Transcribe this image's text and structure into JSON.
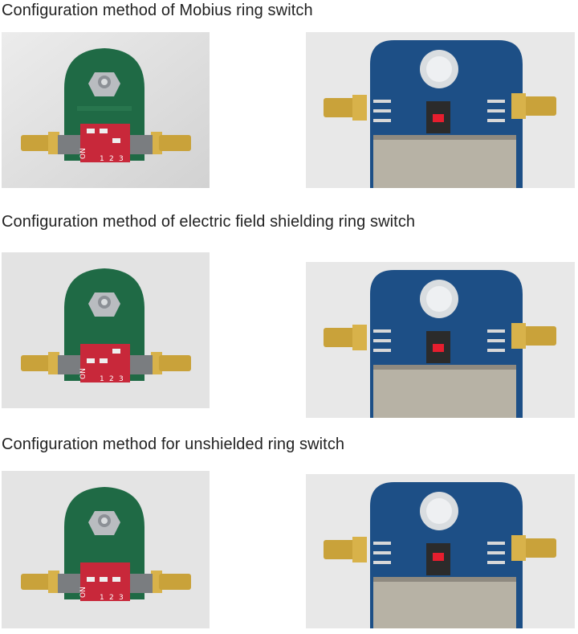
{
  "sections": [
    {
      "heading": "Configuration method of Mobius ring switch",
      "dip_switch_label": "ON",
      "dip_switch_numbers": [
        "1",
        "2",
        "3"
      ],
      "dip_positions": [
        "off",
        "off",
        "on"
      ]
    },
    {
      "heading": "Configuration method of electric field shielding ring switch",
      "dip_switch_label": "ON",
      "dip_switch_numbers": [
        "1",
        "2",
        "3"
      ],
      "dip_positions": [
        "on",
        "on",
        "off"
      ]
    },
    {
      "heading": "Configuration method for unshielded ring switch",
      "dip_switch_label": "ON",
      "dip_switch_numbers": [
        "1",
        "2",
        "3"
      ],
      "dip_positions": [
        "on",
        "on",
        "on"
      ]
    }
  ],
  "colors": {
    "green_pcb": "#1f6a45",
    "blue_pcb": "#1d4f86",
    "red_switch": "#c8283a",
    "gold_connector": "#c9a23a",
    "photo_bg": "#e6e6e6"
  }
}
